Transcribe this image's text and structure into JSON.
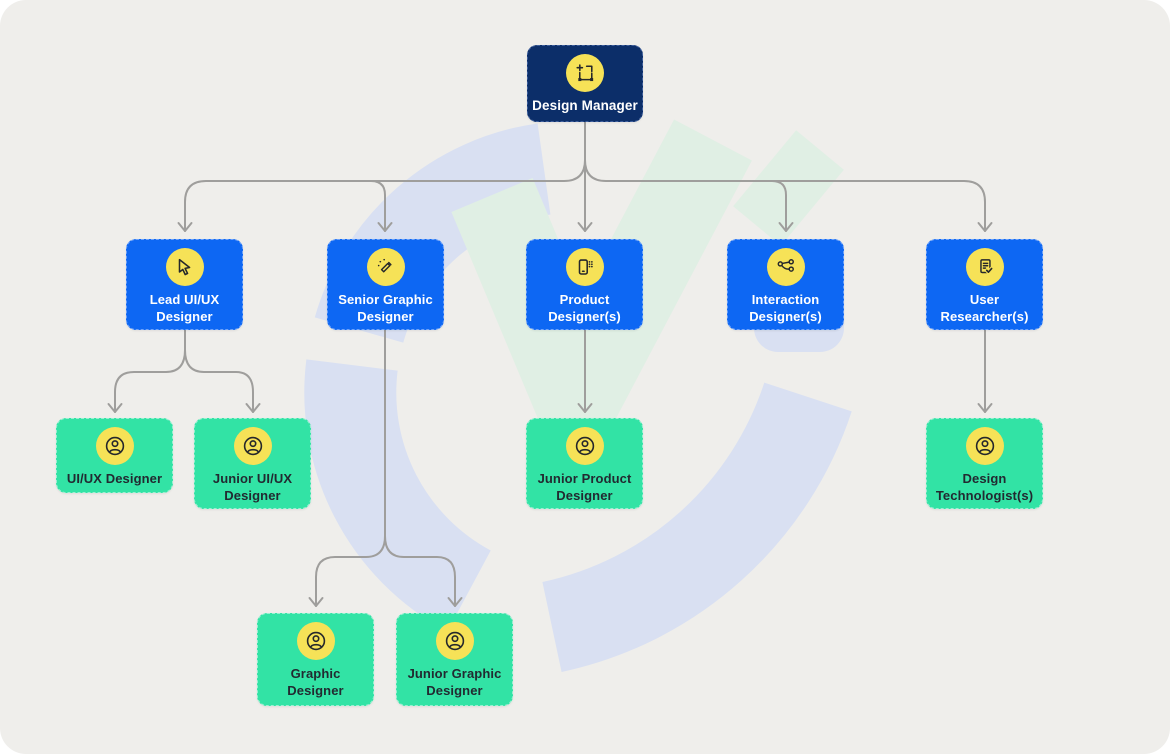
{
  "nodes": {
    "design_manager": {
      "label": "Design Manager",
      "icon": "transform-icon",
      "level": "root"
    },
    "lead_uiux": {
      "label": "Lead UI/UX Designer",
      "icon": "cursor-icon",
      "level": "manager"
    },
    "senior_graphic": {
      "label": "Senior Graphic Designer",
      "icon": "magic-wand-icon",
      "level": "manager"
    },
    "product": {
      "label": "Product Designer(s)",
      "icon": "phone-apps-icon",
      "level": "manager"
    },
    "interaction": {
      "label": "Interaction Designer(s)",
      "icon": "nodes-icon",
      "level": "manager"
    },
    "user_researcher": {
      "label": "User Researcher(s)",
      "icon": "survey-check-icon",
      "level": "manager"
    },
    "uiux": {
      "label": "UI/UX Designer",
      "icon": "person-icon",
      "level": "member"
    },
    "junior_uiux": {
      "label": "Junior UI/UX Designer",
      "icon": "person-icon",
      "level": "member"
    },
    "junior_product": {
      "label": "Junior Product Designer",
      "icon": "person-icon",
      "level": "member"
    },
    "design_tech": {
      "label": "Design Technologist(s)",
      "icon": "person-icon",
      "level": "member"
    },
    "graphic": {
      "label": "Graphic Designer",
      "icon": "person-icon",
      "level": "member"
    },
    "junior_graphic": {
      "label": "Junior Graphic Designer",
      "icon": "person-icon",
      "level": "member"
    }
  },
  "hierarchy": {
    "Design Manager": [
      "Lead UI/UX Designer",
      "Senior Graphic Designer",
      "Product Designer(s)",
      "Interaction Designer(s)",
      "User Researcher(s)"
    ],
    "Lead UI/UX Designer": [
      "UI/UX Designer",
      "Junior UI/UX Designer"
    ],
    "Senior Graphic Designer": [
      "Graphic Designer",
      "Junior Graphic Designer"
    ],
    "Product Designer(s)": [
      "Junior Product Designer"
    ],
    "User Researcher(s)": [
      "Design Technologist(s)"
    ]
  },
  "colors": {
    "background": "#efeeeb",
    "node_navy": "#0c2e69",
    "node_blue": "#0d67f3",
    "node_green": "#32e3a5",
    "icon_badge_yellow": "#f6e257",
    "connector_gray": "#9f9e9c",
    "watermark_blue": "#d9e0f2",
    "watermark_green": "#e0efe4",
    "text_light": "#ffffff",
    "text_dark": "#222a31"
  }
}
